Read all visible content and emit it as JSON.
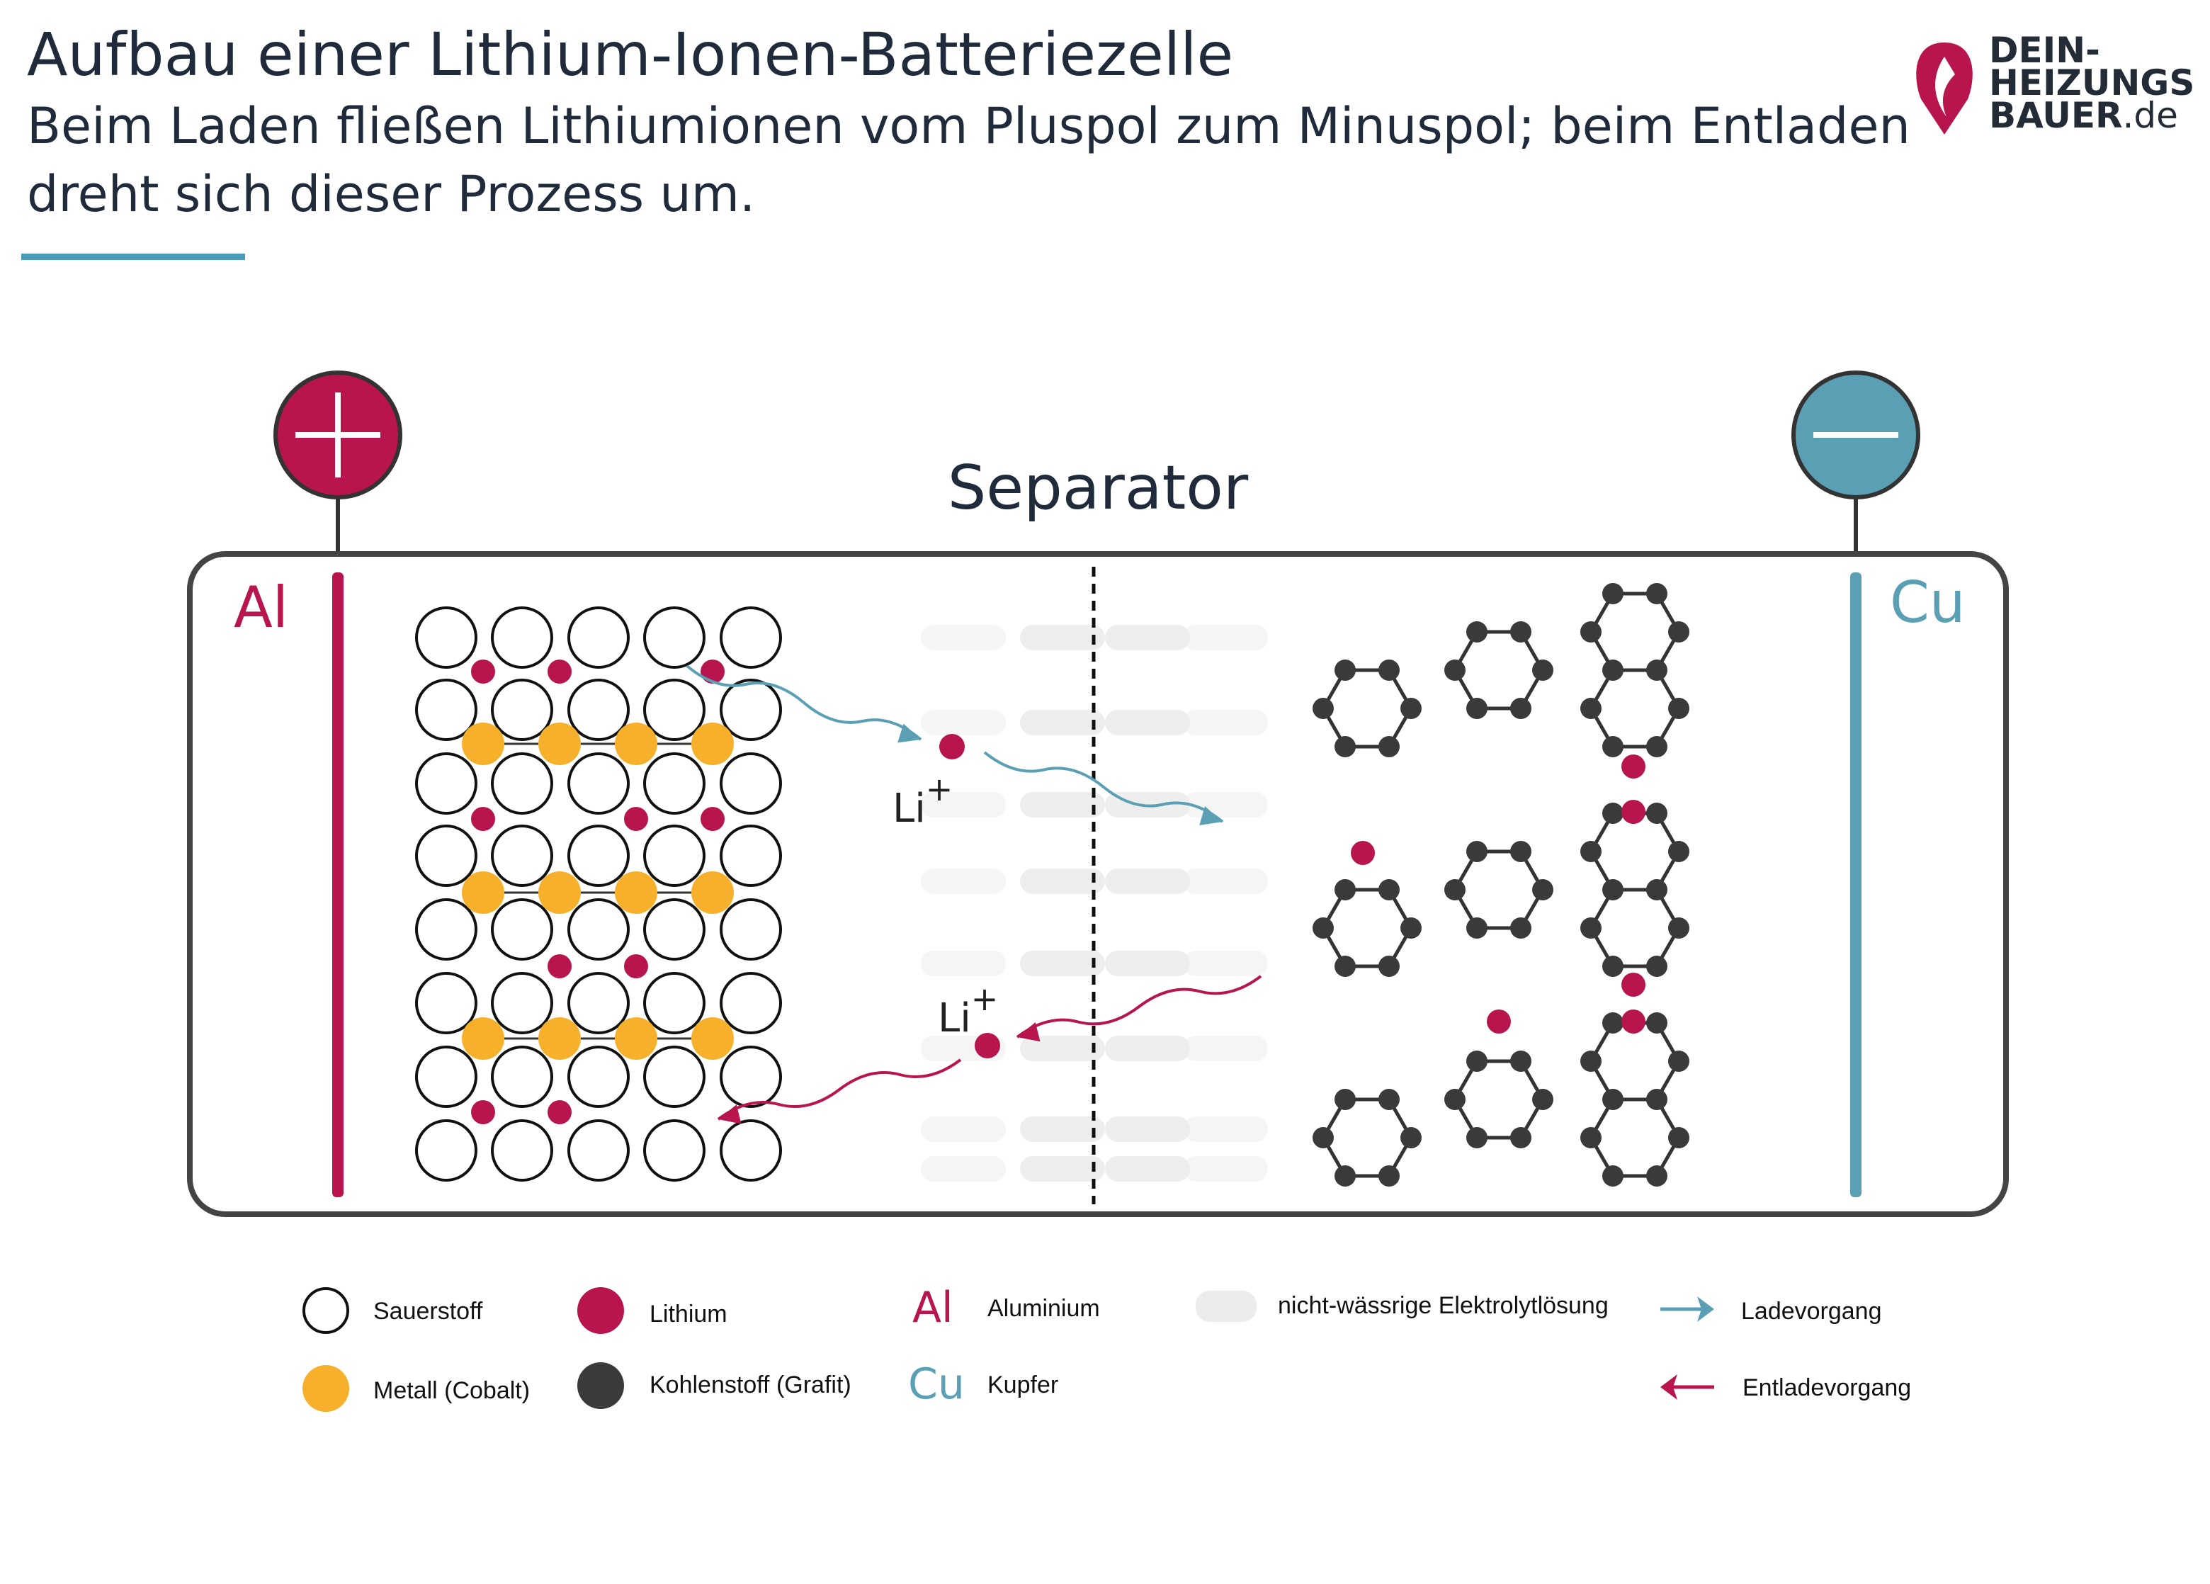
{
  "header": {
    "title": "Aufbau einer Lithium-Ionen-Batteriezelle",
    "subtitle_line1": "Beim Laden fließen Lithiumionen vom Pluspol zum Minuspol; beim Entladen",
    "subtitle_line2": "dreht sich dieser Prozess um."
  },
  "logo": {
    "line1": "DEIN-",
    "line2": "HEIZUNGS",
    "line3": "BAUER",
    "suffix": ".de"
  },
  "diagram": {
    "separator_label": "Separator",
    "anode_symbol": "Al",
    "cathode_symbol": "Cu",
    "ion_label": "Li",
    "ion_charge": "+",
    "plus_terminal": "plus-terminal",
    "minus_terminal": "minus-terminal"
  },
  "legend": {
    "oxygen": "Sauerstoff",
    "lithium": "Lithium",
    "al_symbol": "Al",
    "aluminium": "Aluminium",
    "electrolyte": "nicht-wässrige Elektrolytlösung",
    "charging": "Ladevorgang",
    "metal": "Metall (Cobalt)",
    "carbon": "Kohlenstoff (Grafit)",
    "cu_symbol": "Cu",
    "copper": "Kupfer",
    "discharging": "Entladevorgang"
  },
  "colors": {
    "lithium": "#b8154f",
    "cobalt": "#f7b02c",
    "carbon": "#3a3a3a",
    "copper": "#5a9fb3",
    "accent_line": "#4a9bb5",
    "electrolyte": "#ececec"
  }
}
